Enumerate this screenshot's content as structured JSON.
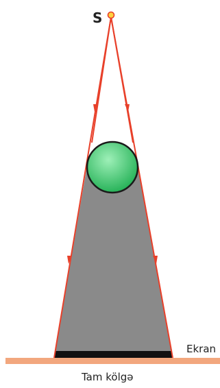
{
  "labels": {
    "source": "S",
    "screen": "Ekran",
    "umbra": "Tam kölgə"
  },
  "colors": {
    "background": "#ffffff",
    "ray": "#e8402a",
    "shadow_cone": "#8a8a8a",
    "screen": "#f2a77e",
    "umbra": "#111111",
    "ball": "#1fae52",
    "ball_highlight": "#9ef0b8",
    "ball_outline": "#1a1a1a",
    "source_fill": "#ffd23f",
    "source_outline": "#e8402a",
    "text": "#222222"
  }
}
